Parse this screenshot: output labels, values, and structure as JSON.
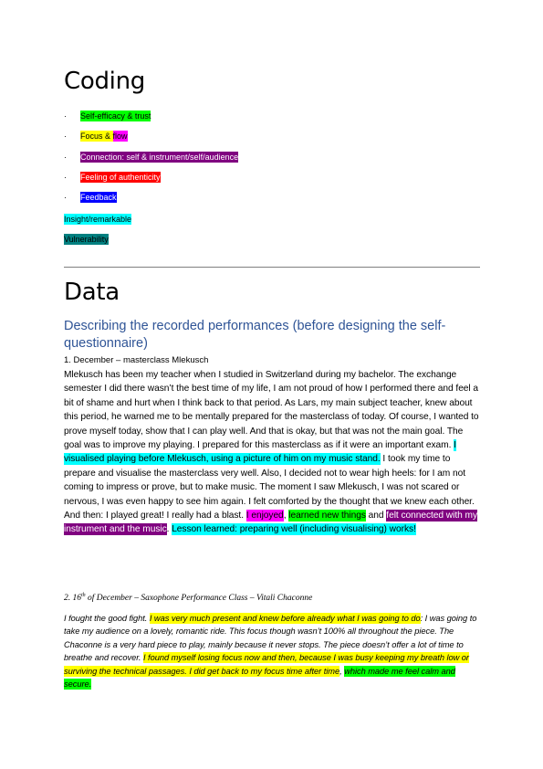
{
  "coding": {
    "title": "Coding",
    "bullet_glyph": "·",
    "items": [
      {
        "segments": [
          {
            "text": "Self-efficacy & trust",
            "bg": "#00ff00"
          }
        ],
        "bullet": true
      },
      {
        "segments": [
          {
            "text": "Focus & ",
            "bg": "#ffff00"
          },
          {
            "text": "flow",
            "bg": "#ff00ff"
          }
        ],
        "bullet": true
      },
      {
        "segments": [
          {
            "text": "Connection: self & instrument/self/audience",
            "bg": "#800080",
            "color": "#ffffff"
          }
        ],
        "bullet": true
      },
      {
        "segments": [
          {
            "text": "Feeling of authenticity",
            "bg": "#ff0000",
            "color": "#ffffff"
          }
        ],
        "bullet": true
      },
      {
        "segments": [
          {
            "text": "Feedback",
            "bg": "#0000ff",
            "color": "#ffffff"
          }
        ],
        "bullet": true
      },
      {
        "segments": [
          {
            "text": "Insight/remarkable",
            "bg": "#00ffff"
          }
        ],
        "bullet": false
      },
      {
        "segments": [
          {
            "text": "Vulnerability",
            "bg": "#008080"
          }
        ],
        "bullet": false
      }
    ]
  },
  "data_section": {
    "title": "Data",
    "subheading": "Describing the recorded performances (before designing the self-questionnaire)",
    "entry1_title": "1. December – masterclass Mlekusch",
    "entry1_segments": [
      {
        "text": "Mlekusch has been my teacher when I studied in Switzerland during my bachelor. The exchange semester I did there wasn’t the best time of my life, I am not proud of how I performed there and feel a bit of shame and hurt when I think back to that period. As Lars, my main subject teacher, knew about this period, he warned me to be mentally prepared for the masterclass of today. Of course, I wanted to prove myself today, show that I can play well. And that is okay, but that was not the main goal. The goal was to improve my playing. I prepared for this masterclass as if it were an important exam. "
      },
      {
        "text": "I visualised playing before Mlekusch, using a picture of him on my music stand.",
        "bg": "#00ffff"
      },
      {
        "text": " I took my time to prepare and visualise the masterclass very well. Also, I decided not to wear high heels: for I am not coming to impress or prove, but to make music. The moment I saw Mlekusch, I was not scared or nervous, I was even happy to see him again. I felt comforted by the thought that we knew each other. And then: I played great! I really had a blast. "
      },
      {
        "text": "I enjoyed",
        "bg": "#ff00ff"
      },
      {
        "text": ", "
      },
      {
        "text": "learned new things",
        "bg": "#00ff00"
      },
      {
        "text": " and "
      },
      {
        "text": "felt connected with my instrument and the music",
        "bg": "#800080",
        "color": "#ffffff"
      },
      {
        "text": ". "
      },
      {
        "text": "Lesson learned: preparing well (including visualising) works!",
        "bg": "#00ffff"
      }
    ],
    "entry2_title_pre": "2. 16",
    "entry2_title_sup": "th",
    "entry2_title_post": " of December – Saxophone Performance Class – Vitali Chaconne",
    "entry2_segments": [
      {
        "text": "I fought the good fight. "
      },
      {
        "text": "I was very much present and knew before already what I was going to do",
        "bg": "#ffff00"
      },
      {
        "text": ": I was going to take my audience on a lovely, romantic ride. This focus though wasn’t 100% all throughout the piece. The Chaconne is a very hard piece to play, mainly because it never stops. The piece doesn’t offer a lot of time to breathe and recover. "
      },
      {
        "text": "I found myself losing focus now and then, because I was busy keeping my breath low or surviving the technical passages. I did get back to my focus time after time",
        "bg": "#ffff00"
      },
      {
        "text": ", "
      },
      {
        "text": "which made me feel calm and secure.",
        "bg": "#00ff00"
      }
    ]
  }
}
